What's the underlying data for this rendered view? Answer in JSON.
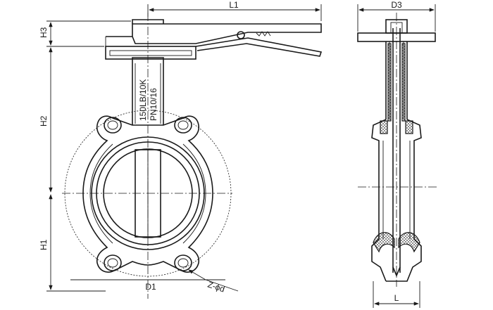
{
  "drawing": {
    "dimensions": {
      "l1": "L1",
      "d3": "D3",
      "h3": "H3",
      "h2": "H2",
      "h1": "H1",
      "d1": "D1",
      "l": "L",
      "hole_callout": "Z-ϕd"
    },
    "body_markings": {
      "line1": "150LB/10K",
      "line2": "PN10/16"
    }
  }
}
